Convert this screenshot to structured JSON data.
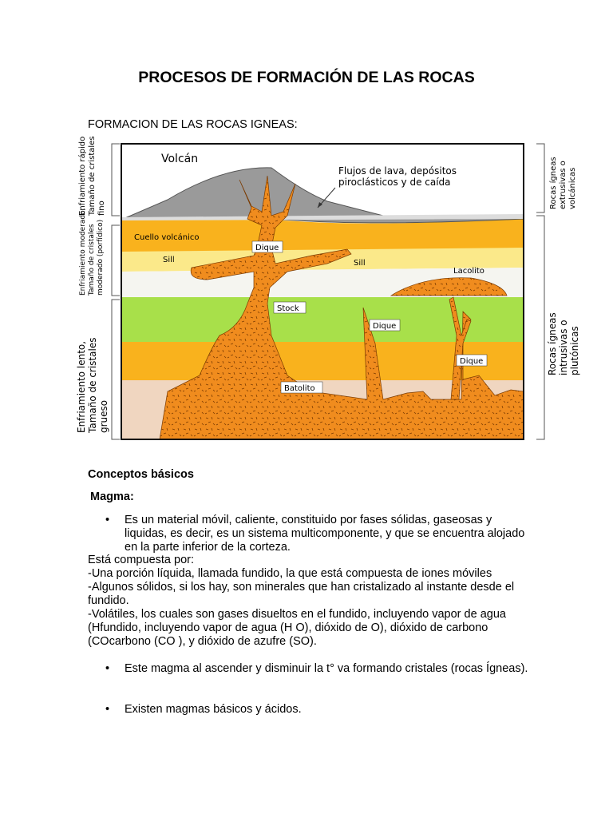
{
  "title": "PROCESOS DE FORMACIÓN DE LAS ROCAS",
  "subtitle": "FORMACION DE LAS ROCAS IGNEAS:",
  "figure": {
    "labels": {
      "volcan": "Volcán",
      "flujos_1": "Flujos de lava, depósitos",
      "flujos_2": "piroclásticos y de caída",
      "cuello": "Cuello volcánico",
      "dique_top": "Dique",
      "sill_left": "Sill",
      "sill_right": "Sill",
      "lacolito": "Lacolito",
      "stock": "Stock",
      "dique_mid": "Dique",
      "dique_right": "Dique",
      "batolito": "Batolito"
    },
    "left_side": {
      "top_1": "Enfriamiento rápido,",
      "top_2": "Tamaño de cristales",
      "top_3": "fino",
      "mid_1": "Enfriamiento moderado,",
      "mid_2": "Tamaño de cristales",
      "mid_3": "moderado (porfídico)",
      "bot_1": "Enfriamiento lento,",
      "bot_2": "Tamaño de cristales",
      "bot_3": "grueso"
    },
    "right_side": {
      "top_1": "Rocas ígneas",
      "top_2": "extrusivas o",
      "top_3": "volcánicas",
      "bot_1": "Rocas ígneas",
      "bot_2": "intrusivas o",
      "bot_3": "plutónicas"
    },
    "colors": {
      "volcano": "#9a9a9a",
      "magma": "#f08c1e",
      "layer_orange": "#f9b21d",
      "layer_yellow": "#fbe98a",
      "layer_pale": "#f5f5f0",
      "layer_green": "#a8e04a",
      "layer_base": "#f0d6c0"
    }
  },
  "section_heading": "Conceptos básicos",
  "magma_heading": "Magma:",
  "bullet_1": "Es un material móvil, caliente, constituido por fases sólidas, gaseosas y liquidas, es decir, es un sistema multicomponente, y que se encuentra alojado en la parte inferior de la corteza.",
  "lines": [
    "Está compuesta por:",
    "-Una porción líquida, llamada fundido, la que está compuesta de iones móviles",
    "-Algunos sólidos, si los hay, son minerales que han cristalizado al instante desde el fundido.",
    "-Volátiles, los cuales son gases disueltos en el fundido, incluyendo vapor de agua (Hfundido, incluyendo vapor de agua (H O), dióxido de O), dióxido de carbono (COcarbono (CO ), y dióxido de azufre (SO)."
  ],
  "bullet_2": "Este magma al ascender y disminuir la t° va formando cristales (rocas Ígneas).",
  "bullet_3": "Existen magmas básicos y ácidos.",
  "bullet_symbol": "•"
}
